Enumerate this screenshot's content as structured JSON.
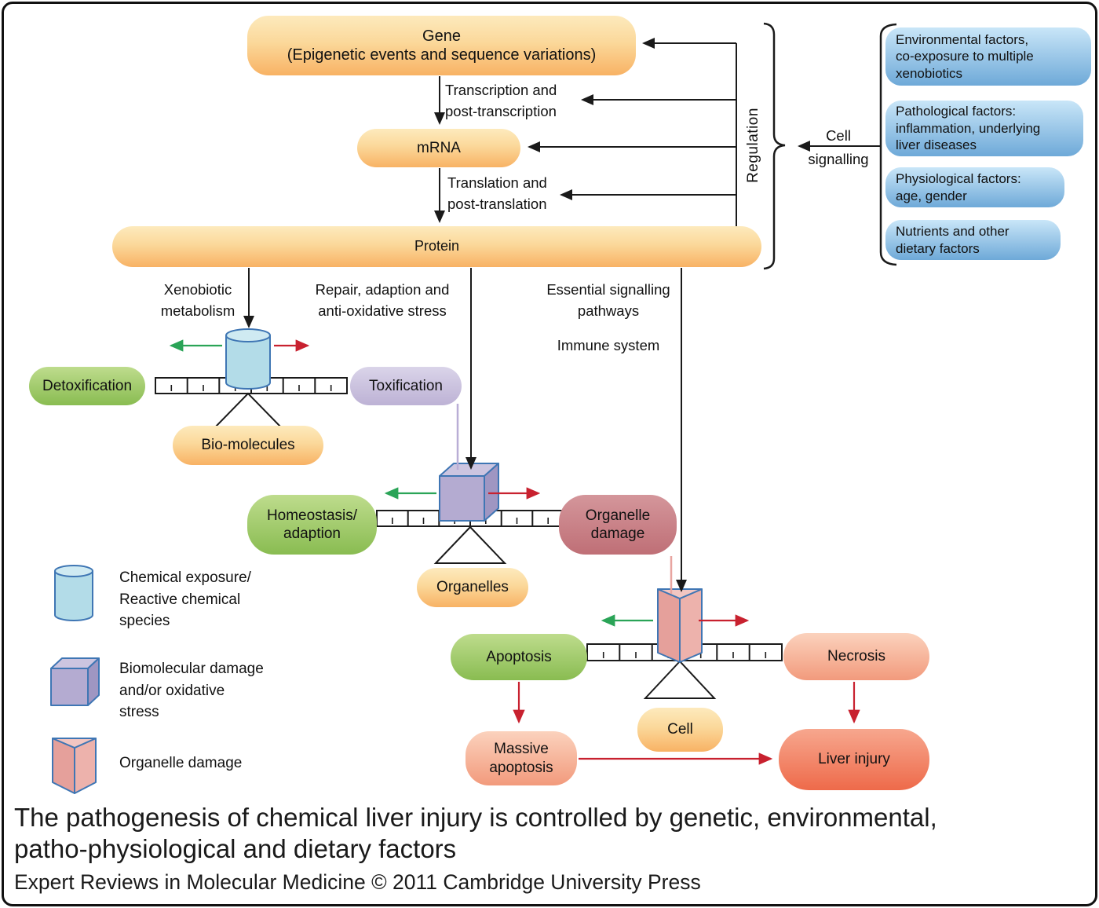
{
  "diagram": {
    "top_chain": {
      "gene": {
        "line1": "Gene",
        "line2": "(Epigenetic events and sequence variations)"
      },
      "transcription": {
        "line1": "Transcription and",
        "line2": "post-transcription"
      },
      "mrna": "mRNA",
      "translation": {
        "line1": "Translation and",
        "line2": "post-translation"
      },
      "protein": "Protein"
    },
    "regulation_label": "Regulation",
    "cell_signalling": {
      "line1": "Cell",
      "line2": "signalling"
    },
    "factors": [
      {
        "line1": "Environmental factors,",
        "line2": "co-exposure to multiple",
        "line3": "xenobiotics"
      },
      {
        "line1": "Pathological factors:",
        "line2": "inflammation, underlying",
        "line3": "liver diseases"
      },
      {
        "line1": "Physiological factors:",
        "line2": "age, gender"
      },
      {
        "line1": "Nutrients and other",
        "line2": "dietary factors"
      }
    ],
    "branches": {
      "xenobiotic": {
        "line1": "Xenobiotic",
        "line2": "metabolism"
      },
      "repair": {
        "line1": "Repair, adaption and",
        "line2": "anti-oxidative stress"
      },
      "essential": {
        "line1": "Essential signalling",
        "line2": "pathways"
      },
      "immune": "Immune system"
    },
    "balance1": {
      "left": "Detoxification",
      "right": "Toxification",
      "base": "Bio-molecules"
    },
    "balance2": {
      "left1": "Homeostasis/",
      "left2": "adaption",
      "right1": "Organelle",
      "right2": "damage",
      "base": "Organelles"
    },
    "balance3": {
      "left": "Apoptosis",
      "right": "Necrosis",
      "base": "Cell"
    },
    "outcomes": {
      "massive1": "Massive",
      "massive2": "apoptosis",
      "liver": "Liver injury"
    },
    "legend": [
      {
        "symbol": "cylinder-icon",
        "line1": "Chemical exposure/",
        "line2": "Reactive chemical",
        "line3": "species"
      },
      {
        "symbol": "cube-icon",
        "line1": "Biomolecular damage",
        "line2": "and/or oxidative",
        "line3": "stress"
      },
      {
        "symbol": "prism-icon",
        "line1": "Organelle damage"
      }
    ],
    "caption": {
      "line1": "The pathogenesis of chemical liver injury is controlled by genetic, environmental,",
      "line2": "patho-physiological and dietary factors",
      "credit": "Expert Reviews in Molecular Medicine © 2011 Cambridge University Press"
    },
    "colors": {
      "orange_top": "#fdeabd",
      "orange_bottom": "#f8b264",
      "blue_top": "#c9e6f8",
      "blue_bottom": "#6ea9d8",
      "green_top": "#bedc8d",
      "green_bottom": "#89bc51",
      "lavender_top": "#dad4e9",
      "lavender_bottom": "#bdb2d5",
      "rose_top": "#d4969b",
      "rose_bottom": "#bf6f76",
      "salmon_top": "#fbd2bd",
      "salmon_bottom": "#f29a7c",
      "liver_top": "#f7a78e",
      "liver_bottom": "#ee6a4a",
      "cylinder_fill": "#b3dce8",
      "cube_fill": "#b4abd1",
      "prism_fill": "#e5a09b",
      "shape_stroke": "#3f76b4",
      "arrow_black": "#1a1a1a",
      "arrow_green": "#2aa457",
      "arrow_red": "#c8212f"
    }
  }
}
